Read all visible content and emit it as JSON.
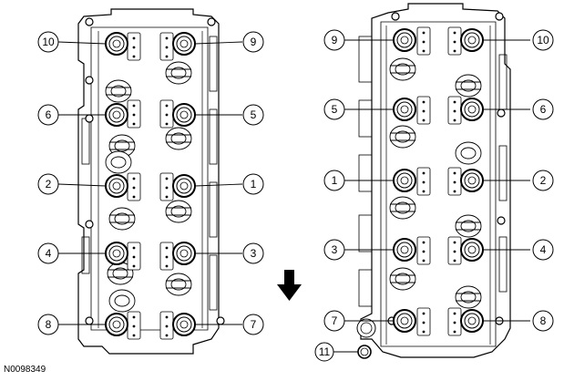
{
  "figure_id": "N0098349",
  "left_head": {
    "callouts": [
      {
        "n": "10"
      },
      {
        "n": "9"
      },
      {
        "n": "6"
      },
      {
        "n": "5"
      },
      {
        "n": "2"
      },
      {
        "n": "1"
      },
      {
        "n": "4"
      },
      {
        "n": "3"
      },
      {
        "n": "8"
      },
      {
        "n": "7"
      }
    ]
  },
  "right_head": {
    "callouts": [
      {
        "n": "9"
      },
      {
        "n": "10"
      },
      {
        "n": "5"
      },
      {
        "n": "6"
      },
      {
        "n": "1"
      },
      {
        "n": "2"
      },
      {
        "n": "3"
      },
      {
        "n": "4"
      },
      {
        "n": "7"
      },
      {
        "n": "8"
      },
      {
        "n": "11"
      }
    ]
  },
  "icons": {
    "arrow": "down-arrow-icon"
  },
  "colors": {
    "line": "#000000",
    "fill": "#ffffff",
    "shade": "#d9d9d9"
  }
}
